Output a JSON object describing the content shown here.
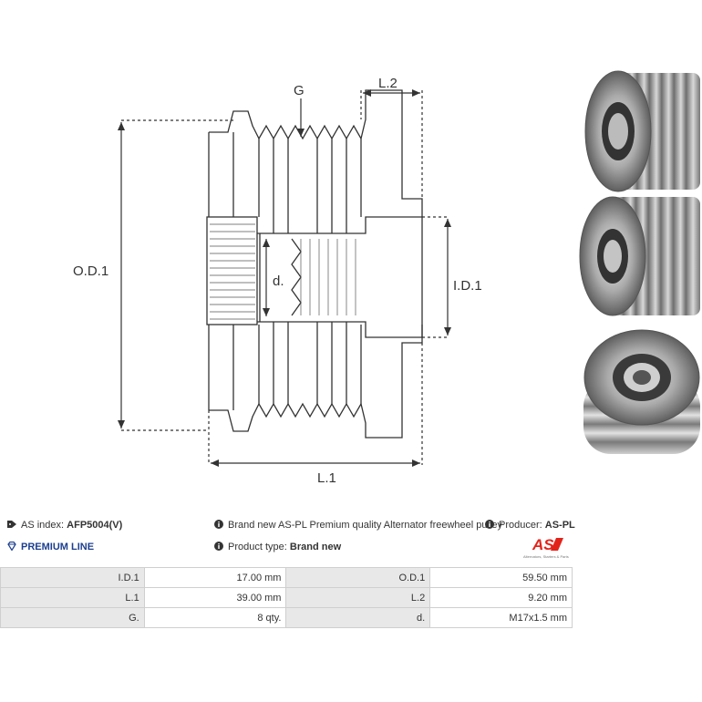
{
  "diagram": {
    "labels": {
      "g": "G",
      "l2": "L.2",
      "od1": "O.D.1",
      "id1": "I.D.1",
      "d": "d.",
      "l1": "L.1"
    }
  },
  "info": {
    "as_index_label": "AS index:",
    "as_index_value": "AFP5004(V)",
    "premium_line": "PREMIUM LINE",
    "description": "Brand new AS-PL Premium quality Alternator freewheel pulley",
    "producer_label": "Producer:",
    "producer_value": "AS-PL",
    "product_type_label": "Product type:",
    "product_type_value": "Brand new",
    "brand_tagline": "Alternators, Starters & Parts"
  },
  "specs": {
    "rows": [
      {
        "l1": "I.D.1",
        "v1": "17.00 mm",
        "l2": "O.D.1",
        "v2": "59.50 mm"
      },
      {
        "l1": "L.1",
        "v1": "39.00 mm",
        "l2": "L.2",
        "v2": "9.20 mm"
      },
      {
        "l1": "G.",
        "v1": "8 qty.",
        "l2": "d.",
        "v2": "M17x1.5 mm"
      }
    ]
  },
  "colors": {
    "brand_red": "#e2231a",
    "premium_blue": "#1d3f8f",
    "table_label_bg": "#e8e8e8"
  }
}
